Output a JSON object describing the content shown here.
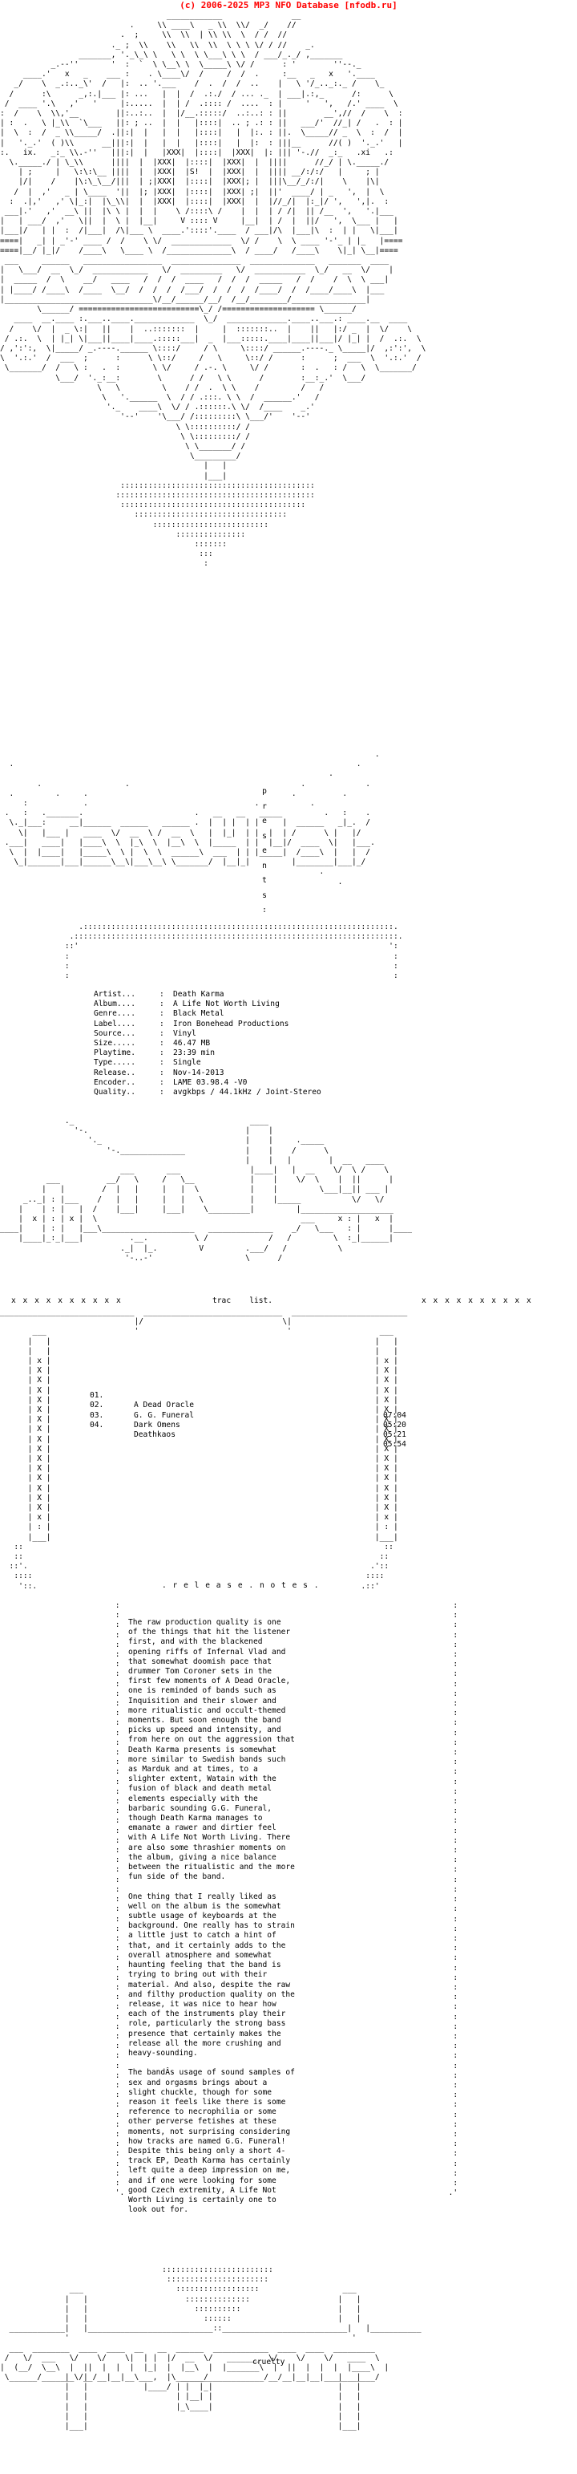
{
  "source": {
    "header": "(c) 2006-2025 MP3 NFO Database [nfodb.ru]",
    "color": "#ff0000"
  },
  "logo": {
    "badge": "S!"
  },
  "presents": {
    "letters": [
      "p",
      "r",
      "e",
      "s",
      "e",
      "n",
      "t",
      "s"
    ],
    "trailing_colon": ":"
  },
  "info": {
    "rows": [
      {
        "key": "Artist...",
        "value": "Death Karma"
      },
      {
        "key": "Album....",
        "value": "A Life Not Worth Living"
      },
      {
        "key": "Genre....",
        "value": "Black Metal"
      },
      {
        "key": "Label....",
        "value": "Iron Bonehead Productions"
      },
      {
        "key": "Source...",
        "value": "Vinyl"
      },
      {
        "key": "Size.....",
        "value": "46.47 MB"
      },
      {
        "key": "Playtime.",
        "value": "23:39 min"
      },
      {
        "key": "Type.....",
        "value": "Single"
      },
      {
        "key": "Release..",
        "value": "Nov-14-2013"
      },
      {
        "key": "Encoder..",
        "value": "LAME 03.98.4 -V0"
      },
      {
        "key": "Quality..",
        "value": "avgkbps / 44.1kHz / Joint-Stereo"
      }
    ],
    "separator": ":"
  },
  "tracklist": {
    "label": "trac    list.",
    "x_row": "x x x x x x x x x x",
    "tracks": [
      {
        "num": "01.",
        "title": "A Dead Oracle",
        "time": "07:04"
      },
      {
        "num": "02.",
        "title": "G. G. Funeral",
        "time": "05:20"
      },
      {
        "num": "03.",
        "title": "Dark Omens",
        "time": "05:21"
      },
      {
        "num": "04.",
        "title": "Deathkaos",
        "time": "05:54"
      }
    ]
  },
  "notes": {
    "heading": ". r e l e a s e . n o t e s .",
    "paragraphs": [
      "The raw production quality is one\nof the things that hit the listener\nfirst, and with the blackened\nopening riffs of Infernal Vlad and\nthat somewhat doomish pace that\ndrummer Tom Coroner sets in the\nfirst few moments of A Dead Oracle,\none is reminded of bands such as\nInquisition and their slower and\nmore ritualistic and occult-themed\nmoments. But soon enough the band\npicks up speed and intensity, and\nfrom here on out the aggression that\nDeath Karma presents is somewhat\nmore similar to Swedish bands such\nas Marduk and at times, to a\nslighter extent, Watain with the\nfusion of black and death metal\nelements especially with the\nbarbaric sounding G.G. Funeral,\nthough Death Karma manages to\nemanate a rawer and dirtier feel\nwith A Life Not Worth Living. There\nare also some thrashier moments on\nthe album, giving a nice balance\nbetween the ritualistic and the more\nfun side of the band.",
      "One thing that I really liked as\nwell on the album is the somewhat\nsubtle usage of keyboards at the\nbackground. One really has to strain\na little just to catch a hint of\nthat, and it certainly adds to the\noverall atmosphere and somewhat\nhaunting feeling that the band is\ntrying to bring out with their\nmaterial. And also, despite the raw\nand filthy production quality on the\nrelease, it was nice to hear how\neach of the instruments play their\nrole, particularly the strong bass\npresence that certainly makes the\nrelease all the more crushing and\nheavy-sounding.",
      "The bandÂs usage of sound samples of\nsex and orgasms brings about a\nslight chuckle, though for some\nreason it feels like there is some\nreference to necrophilia or some\nother perverse fetishes at these\nmoments, not surprising considering\nhow tracks are named G.G. Funeral!\nDespite this being only a short 4-\ntrack EP, Death Karma has certainly\nleft quite a deep impression on me,\nand if one were looking for some\ngood Czech extremity, A Life Not\nWorth Living is certainly one to\nlook out for."
    ]
  },
  "footer": {
    "badge": "S!",
    "label": "cruelty"
  }
}
